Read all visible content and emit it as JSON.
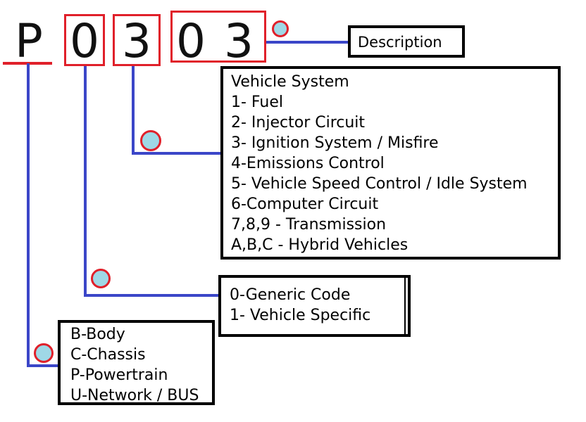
{
  "code": {
    "letter": "P",
    "digit1": "0",
    "digit2": "3",
    "digit3": "0",
    "digit4": "3"
  },
  "description_box": {
    "label": "Description"
  },
  "vehicle_system_box": {
    "lines": [
      "Vehicle System",
      "1- Fuel",
      "2- Injector Circuit",
      "3- Ignition System / Misfire",
      "4-Emissions Control",
      "5- Vehicle Speed Control / Idle System",
      "6-Computer Circuit",
      "7,8,9 - Transmission",
      "A,B,C - Hybrid Vehicles"
    ]
  },
  "code_type_box": {
    "lines": [
      "0-Generic Code",
      "1- Vehicle Specific"
    ]
  },
  "system_category_box": {
    "lines": [
      "B-Body",
      "C-Chassis",
      "P-Powertrain",
      "U-Network / BUS"
    ]
  },
  "colors": {
    "connector": "#3b46c8",
    "highlight": "#e0202a",
    "marker_fill": "#9fd8e6",
    "box_border": "#000000"
  }
}
